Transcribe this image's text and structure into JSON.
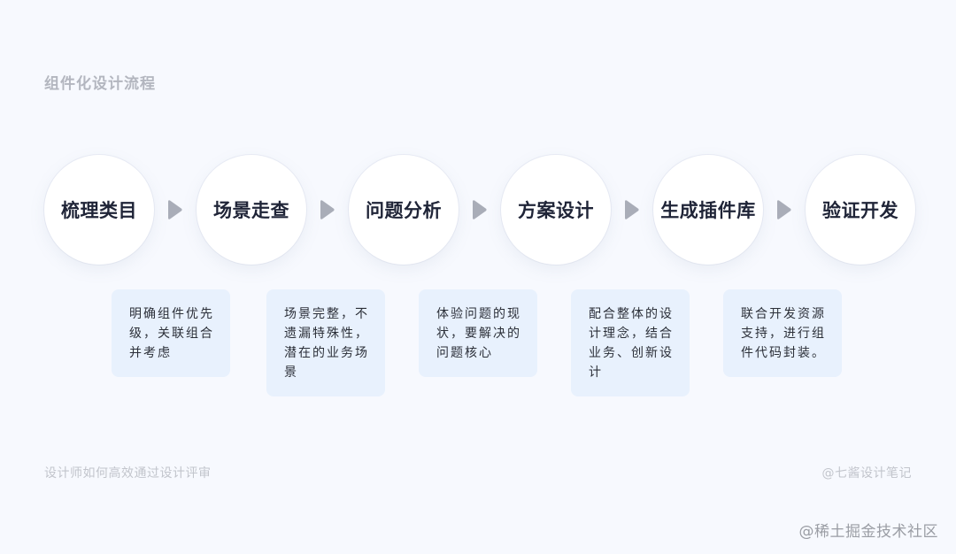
{
  "header": {
    "title": "组件化设计流程"
  },
  "steps": [
    {
      "label": "梳理类目",
      "description": "明确组件优先级，关联组合并考虑"
    },
    {
      "label": "场景走查",
      "description": "场景完整，不遗漏特殊性，潜在的业务场景"
    },
    {
      "label": "问题分析",
      "description": "体验问题的现状，要解决的问题核心"
    },
    {
      "label": "方案设计",
      "description": "配合整体的设计理念，结合业务、创新设计"
    },
    {
      "label": "生成插件库",
      "description": "联合开发资源支持，进行组件代码封装。"
    },
    {
      "label": "验证开发"
    }
  ],
  "arrows": {
    "icon": "triangle-right-icon",
    "color": "#a9adb8"
  },
  "footer": {
    "left": "设计师如何高效通过设计评审",
    "right": "@七酱设计笔记"
  },
  "watermark": "@稀土掘金技术社区",
  "colors": {
    "background": "#f7f9fe",
    "card": "#e8f1fd",
    "circle": "#ffffff",
    "step_text": "#1f2437",
    "muted_text": "#b3b6bf"
  }
}
